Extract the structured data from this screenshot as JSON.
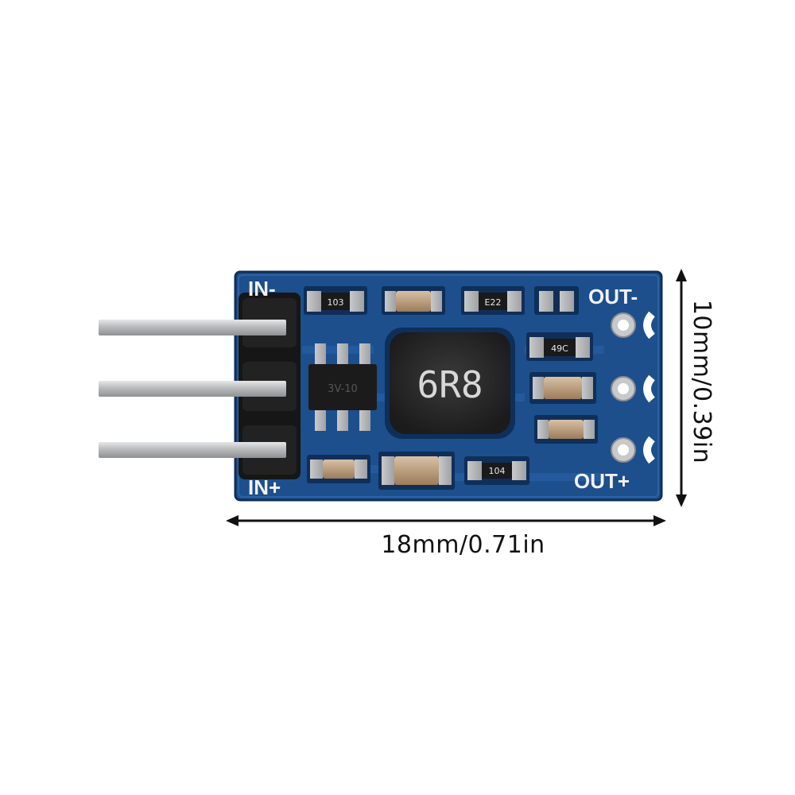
{
  "product": {
    "inductor_code": "6R8",
    "chip_marking": "3V-10",
    "resistor_codes": [
      "103",
      "E22",
      "49C",
      "104"
    ]
  },
  "silkscreen": {
    "in_minus": "IN-",
    "in_plus": "IN+",
    "out_minus": "OUT-",
    "out_plus": "OUT+"
  },
  "dimensions": {
    "width_label": "18mm/0.71in",
    "height_label": "10mm/0.39in"
  },
  "colors": {
    "pcb": "#1c4f8c",
    "pcb_dark": "#133b6e",
    "silkscreen": "#f2f2f2",
    "pin_metal": "#c9cbcd",
    "inductor": "#2a2a2a",
    "cap_tan": "#b89a7a"
  }
}
